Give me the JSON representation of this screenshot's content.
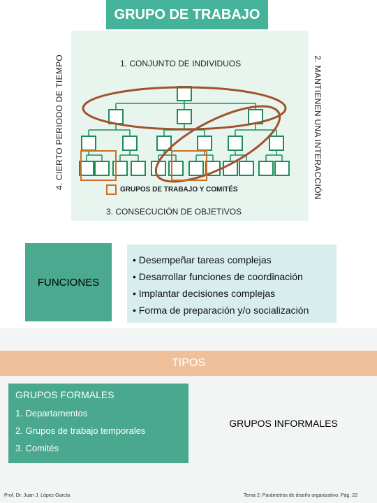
{
  "title": "GRUPO DE TRABAJO",
  "diagram": {
    "label_top": "1. CONJUNTO DE INDIVIDUOS",
    "label_left": "4. CIERTO PERIODO DE TIEMPO",
    "label_right": "2. MANTIENEN UNA INTERACCIÓN",
    "legend": "GRUPOS DE TRABAJO Y COMITÉS",
    "label_bottom": "3. CONSECUCIÓN DE OBJETIVOS"
  },
  "funciones": {
    "label": "FUNCIONES",
    "items": [
      "Desempeñar tareas complejas",
      "Desarrollar funciones de coordinación",
      "Implantar decisiones complejas",
      "Forma de preparación y/o socialización"
    ]
  },
  "tipos": {
    "label": "TIPOS",
    "formales": {
      "heading": "GRUPOS FORMALES",
      "items": [
        "1. Departamentos",
        "2. Grupos de trabajo temporales",
        "3. Comités"
      ]
    },
    "informales": "GRUPOS INFORMALES"
  },
  "footer": {
    "author": "Prof. Dr. Juan J. López García",
    "page": "Tema 2: Parámetros de diseño organizativo. Pág. 22"
  },
  "colors": {
    "teal": "#45b39a",
    "panel": "#e7f5ee",
    "orgbox": "#1e8c5a",
    "ellipse": "#a0522d",
    "highlight": "#c8702a",
    "tipos_bar": "#f0c09a"
  }
}
